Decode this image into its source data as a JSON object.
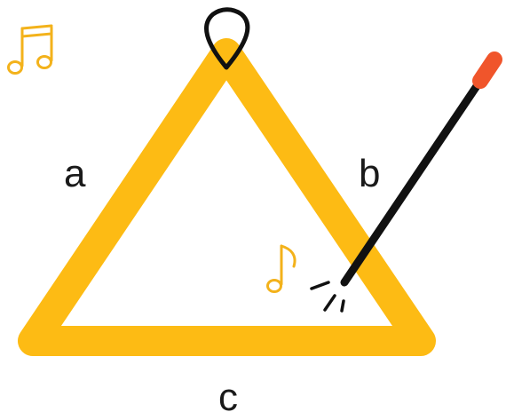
{
  "labels": {
    "side_a": "a",
    "side_b": "b",
    "side_c": "c"
  },
  "icons": {
    "hanger": "string-loop-icon",
    "striker": "beater-stick-icon",
    "double_note": "beamed-eighth-notes-icon",
    "single_note": "eighth-note-icon",
    "impact": "impact-lines-icon"
  },
  "colors": {
    "triangle": "#FDBB14",
    "stroke_dark": "#111111",
    "striker_tip": "#F0552B",
    "notes": "#F3B21B",
    "text": "#1a1a1a"
  }
}
